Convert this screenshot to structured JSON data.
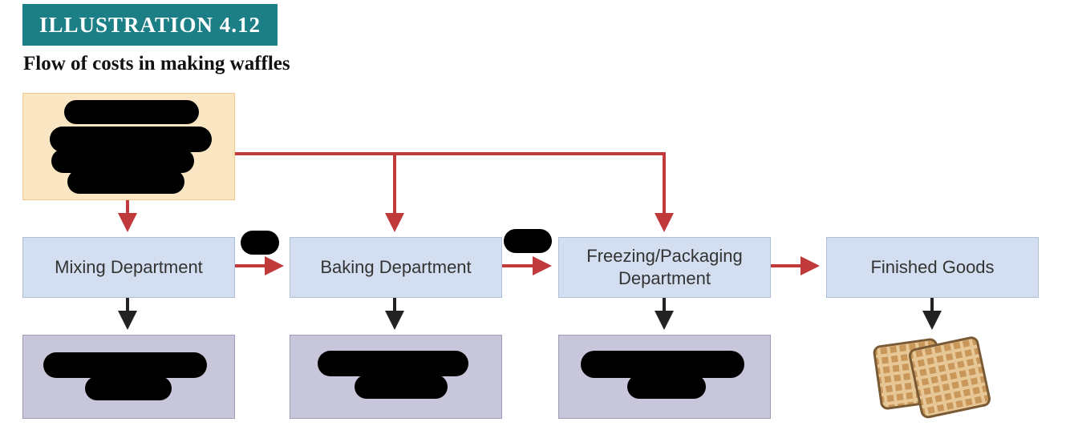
{
  "header": {
    "illustration_label": "ILLUSTRATION 4.12",
    "subtitle": "Flow of costs in making waffles"
  },
  "diagram": {
    "departments": [
      {
        "label": "Mixing Department"
      },
      {
        "label": "Baking Department"
      },
      {
        "label": "Freezing/Packaging\nDepartment"
      },
      {
        "label": "Finished Goods"
      }
    ]
  },
  "colors": {
    "badge": "#1d7f86",
    "department_fill": "#d3dff0",
    "raw_materials_fill": "#fbe6c4",
    "cost_box_fill": "#c7c6da",
    "red_arrow": "#c0393b",
    "black_arrow": "#222222",
    "redaction": "#000000"
  },
  "icons": [
    "waffle-icon"
  ]
}
